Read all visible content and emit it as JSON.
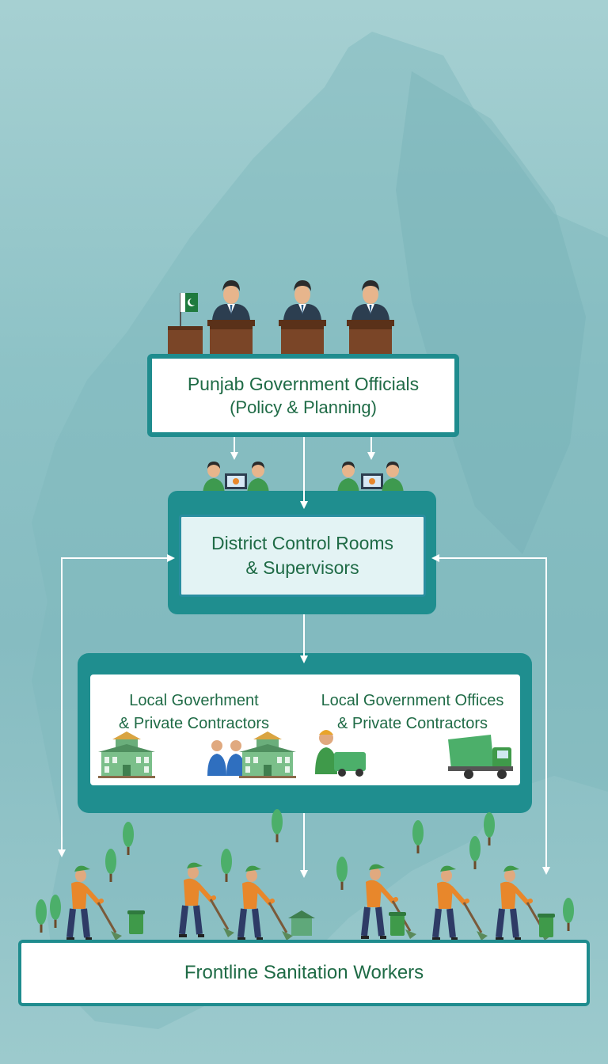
{
  "diagram": {
    "officials": {
      "line1": "Punjab Government Officials",
      "line2": "(Policy & Planning)"
    },
    "district": {
      "line1": "District Control Rooms",
      "line2": "& Supervisors"
    },
    "local": {
      "left": {
        "line1": "Local Goverhment",
        "line2": "& Private Contractors"
      },
      "right": {
        "line1": "Local Government Offices",
        "line2": "& Private Contractors"
      }
    },
    "workers": {
      "label": "Frontline Sanitation Workers"
    }
  },
  "colors": {
    "background": "#8dc2c6",
    "teal_frame": "#1f8e8f",
    "label_green": "#1f6b46",
    "worker_orange": "#e8872b",
    "cap_green": "#3f9a4a",
    "desk_brown": "#6b3e22"
  },
  "icons": [
    "pakistan-flag-icon",
    "official-at-desk-icon",
    "operator-at-computer-icon",
    "government-building-icon",
    "businessman-icon",
    "garbage-truck-icon",
    "sanitation-worker-icon",
    "tree-icon",
    "waste-bin-icon"
  ]
}
